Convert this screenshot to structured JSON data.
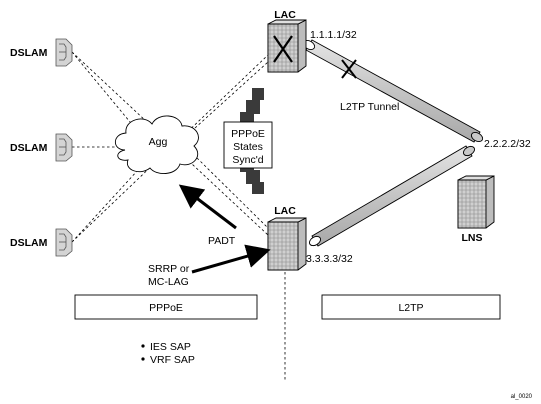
{
  "nodes": {
    "dslam_top": "DSLAM",
    "dslam_mid": "DSLAM",
    "dslam_bottom": "DSLAM",
    "agg": "Agg",
    "lac_top": "LAC",
    "lac_bottom": "LAC",
    "lns": "LNS"
  },
  "addresses": {
    "lac_top": "1.1.1.1/32",
    "lns": "2.2.2.2/32",
    "lac_bottom": "3.3.3.3/32"
  },
  "labels": {
    "tunnel": "L2TP Tunnel",
    "pppoe_states_line1": "PPPoE",
    "pppoe_states_line2": "States",
    "pppoe_states_line3": "Sync'd",
    "padt": "PADT",
    "srrp_line1": "SRRP or",
    "srrp_line2": "MC-LAG",
    "bullet_ies": "IES SAP",
    "bullet_vrf": "VRF SAP",
    "figure_id": "al_0020"
  },
  "boxes": {
    "pppoe": "PPPoE",
    "l2tp": "L2TP"
  },
  "colors": {
    "tube_fill": "#c8c8c8",
    "router_fill": "#cfcfcf",
    "dslam_fill": "#d4d4d4",
    "sync_block": "#3a3a3a",
    "line": "#000000"
  },
  "icons": {
    "router": "router-chassis-icon",
    "dslam": "dslam-icon",
    "cloud": "cloud-icon",
    "failure": "x-mark-icon"
  }
}
